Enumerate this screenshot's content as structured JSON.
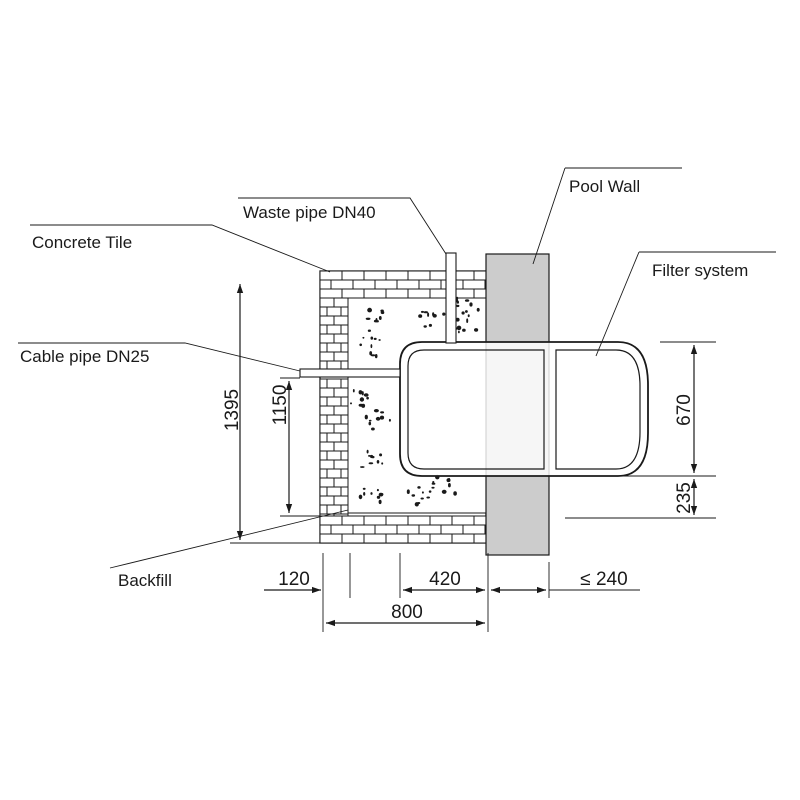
{
  "labels": {
    "pool_wall": "Pool Wall",
    "waste_pipe": "Waste pipe DN40",
    "concrete_tile": "Concrete Tile",
    "filter_system": "Filter system",
    "cable_pipe": "Cable pipe DN25",
    "backfill": "Backfill"
  },
  "dimensions": {
    "height_total": "1395",
    "height_inner": "1150",
    "filter_height": "670",
    "filter_base": "235",
    "wall_thickness": "120",
    "gap_to_wall": "420",
    "pool_wall_max": "≤ 240",
    "total_width": "800"
  }
}
